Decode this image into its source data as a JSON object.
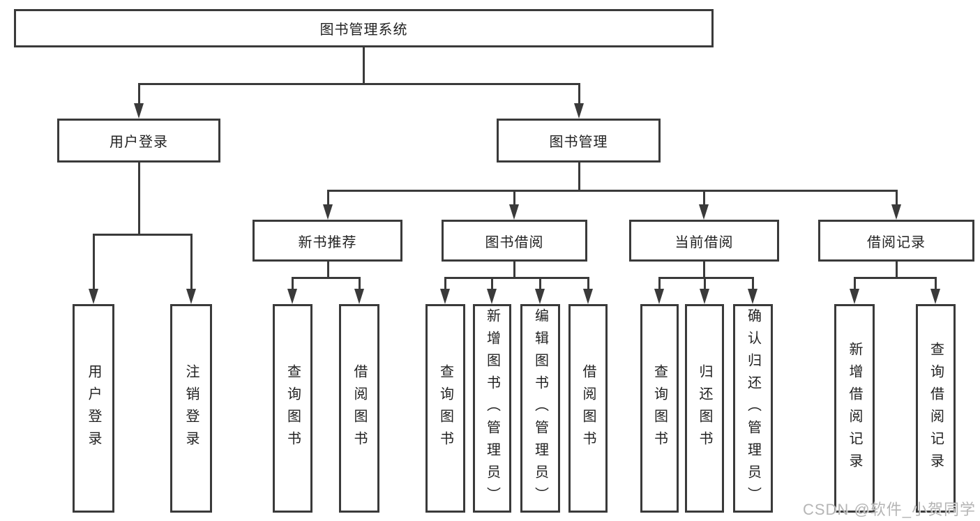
{
  "diagram": {
    "title": "图书管理系统",
    "root": {
      "id": "library-management-system",
      "label": "图书管理系统"
    },
    "level2": [
      {
        "id": "user-login",
        "label": "用户登录"
      },
      {
        "id": "book-management",
        "label": "图书管理"
      }
    ],
    "level3": [
      {
        "id": "new-book-recommend",
        "parent": "book-management",
        "label": "新书推荐"
      },
      {
        "id": "book-borrowing",
        "parent": "book-management",
        "label": "图书借阅"
      },
      {
        "id": "current-borrowing",
        "parent": "book-management",
        "label": "当前借阅"
      },
      {
        "id": "borrowing-records",
        "parent": "book-management",
        "label": "借阅记录"
      }
    ],
    "leaves": [
      {
        "id": "user-login-leaf",
        "parent": "user-login",
        "label": "用户登录"
      },
      {
        "id": "logout",
        "parent": "user-login",
        "label": "注销登录"
      },
      {
        "id": "query-books-1",
        "parent": "new-book-recommend",
        "label": "查询图书"
      },
      {
        "id": "borrow-books-1",
        "parent": "new-book-recommend",
        "label": "借阅图书"
      },
      {
        "id": "query-books-2",
        "parent": "book-borrowing",
        "label": "查询图书"
      },
      {
        "id": "add-book-admin",
        "parent": "book-borrowing",
        "label": "新增图书（管理员）"
      },
      {
        "id": "edit-book-admin",
        "parent": "book-borrowing",
        "label": "编辑图书（管理员）"
      },
      {
        "id": "borrow-books-2",
        "parent": "book-borrowing",
        "label": "借阅图书"
      },
      {
        "id": "query-books-3",
        "parent": "current-borrowing",
        "label": "查询图书"
      },
      {
        "id": "return-book",
        "parent": "current-borrowing",
        "label": "归还图书"
      },
      {
        "id": "confirm-return-admin",
        "parent": "current-borrowing",
        "label": "确认归还（管理员）"
      },
      {
        "id": "add-borrow-record",
        "parent": "borrowing-records",
        "label": "新增借阅记录"
      },
      {
        "id": "query-borrow-record",
        "parent": "borrowing-records",
        "label": "查询借阅记录"
      }
    ]
  },
  "watermark": {
    "text": "CSDN @软件_小贺同学"
  },
  "colors": {
    "line": "#3a3a3a",
    "text": "#222222",
    "background": "#ffffff",
    "watermark": "#adadad"
  }
}
